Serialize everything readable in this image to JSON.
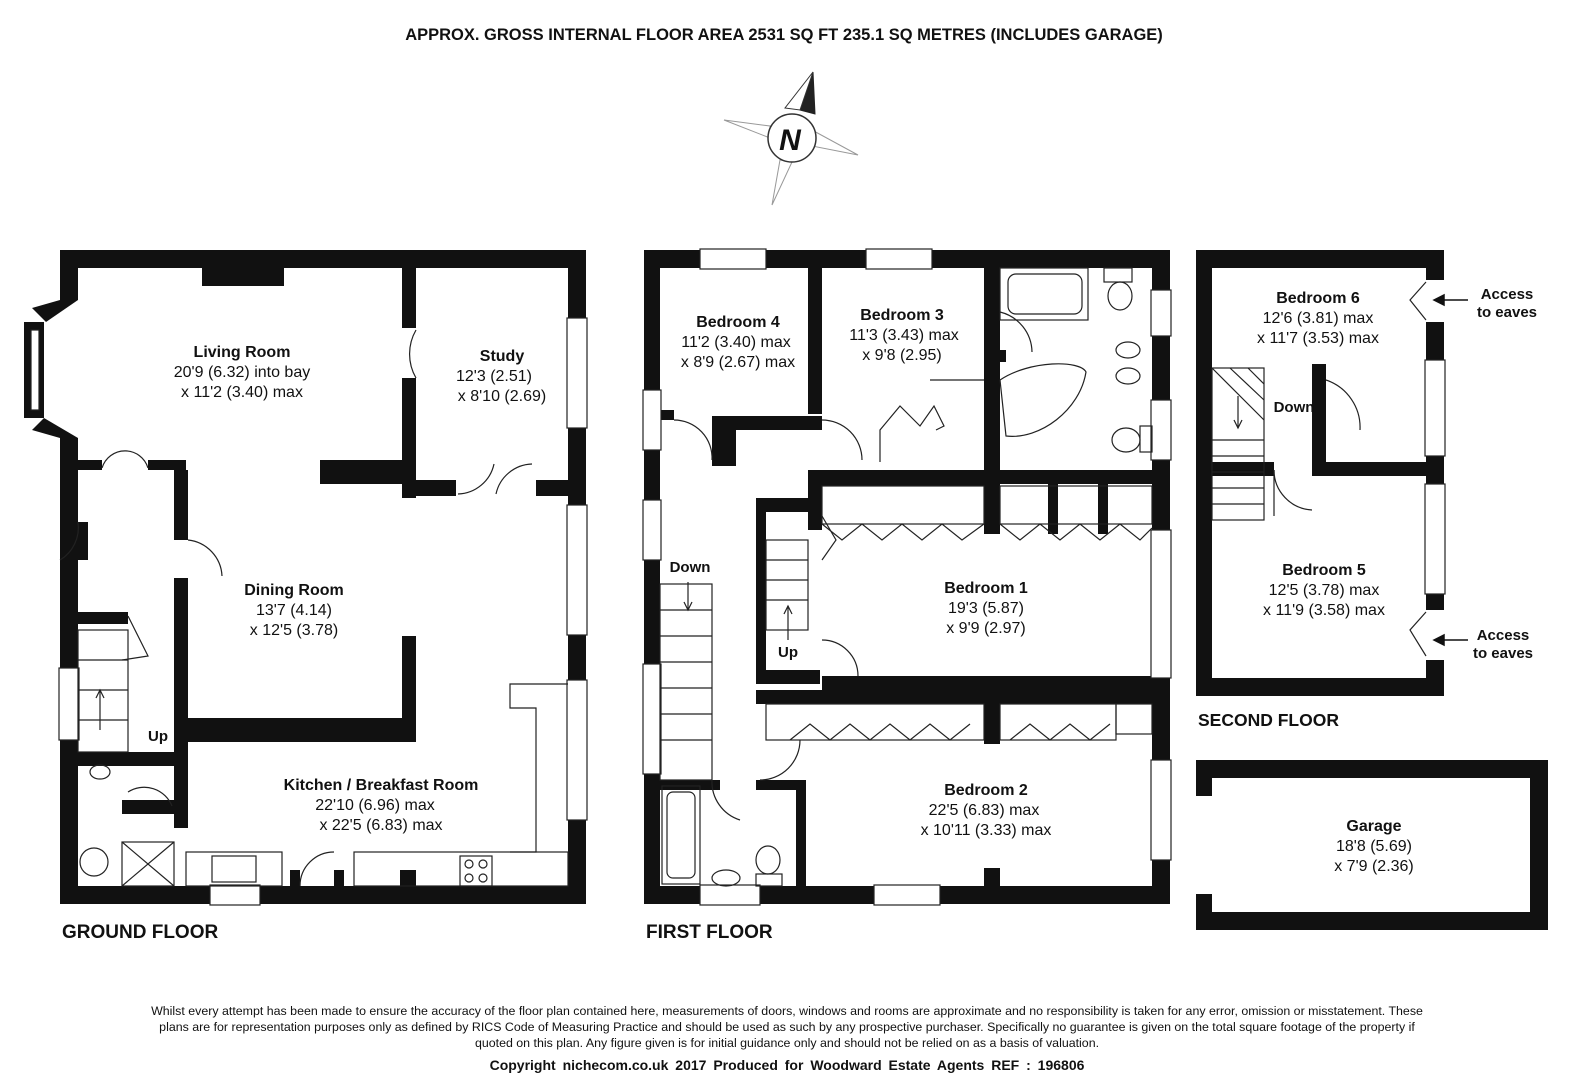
{
  "header": {
    "title": "APPROX. GROSS INTERNAL FLOOR AREA 2531 SQ FT 235.1 SQ METRES (INCLUDES GARAGE)"
  },
  "compass": {
    "label": "N"
  },
  "floors": {
    "ground": {
      "label": "GROUND FLOOR",
      "rooms": {
        "living": {
          "name": "Living Room",
          "line1": "20'9 (6.32) into bay",
          "line2": "x 11'2 (3.40) max"
        },
        "study": {
          "name": "Study",
          "line1": "12'3 (2.51)",
          "line2": "x 8'10 (2.69)"
        },
        "dining": {
          "name": "Dining Room",
          "line1": "13'7 (4.14)",
          "line2": "x 12'5 (3.78)"
        },
        "kitchen": {
          "name": "Kitchen / Breakfast Room",
          "line1": "22'10 (6.96) max",
          "line2": "x 22'5 (6.83) max"
        }
      },
      "stairs_label": "Up"
    },
    "first": {
      "label": "FIRST FLOOR",
      "rooms": {
        "bed4": {
          "name": "Bedroom 4",
          "line1": "11'2 (3.40) max",
          "line2": "x 8'9 (2.67) max"
        },
        "bed3": {
          "name": "Bedroom 3",
          "line1": "11'3 (3.43) max",
          "line2": "x 9'8 (2.95)"
        },
        "bed1": {
          "name": "Bedroom 1",
          "line1": "19'3 (5.87)",
          "line2": "x 9'9 (2.97)"
        },
        "bed2": {
          "name": "Bedroom 2",
          "line1": "22'5 (6.83) max",
          "line2": "x 10'11 (3.33) max"
        }
      },
      "stairs_down_label": "Down",
      "stairs_up_label": "Up"
    },
    "second": {
      "label": "SECOND FLOOR",
      "rooms": {
        "bed6": {
          "name": "Bedroom 6",
          "line1": "12'6 (3.81) max",
          "line2": "x 11'7 (3.53) max"
        },
        "bed5": {
          "name": "Bedroom 5",
          "line1": "12'5 (3.78) max",
          "line2": "x 11'9 (3.58) max"
        }
      },
      "stairs_label": "Down",
      "eaves_1": {
        "line1": "Access",
        "line2": "to eaves"
      },
      "eaves_2": {
        "line1": "Access",
        "line2": "to eaves"
      }
    },
    "garage": {
      "name": "Garage",
      "line1": "18'8 (5.69)",
      "line2": "x 7'9 (2.36)"
    }
  },
  "footer": {
    "disclaimer": "Whilst every attempt has been made to ensure the accuracy of the floor plan contained here, measurements of doors, windows and rooms are approximate and no responsibility is taken for any error, omission or misstatement. These plans are for representation purposes only as defined by RICS Code of Measuring Practice and should be used as such by any prospective purchaser. Specifically no guarantee is given on the total square footage of the property if quoted on this plan. Any figure given is for initial guidance only and should not be relied on as a basis of valuation.",
    "copyright": "Copyright nichecom.co.uk 2017   Produced for Woodward Estate Agents   REF : 196806"
  }
}
